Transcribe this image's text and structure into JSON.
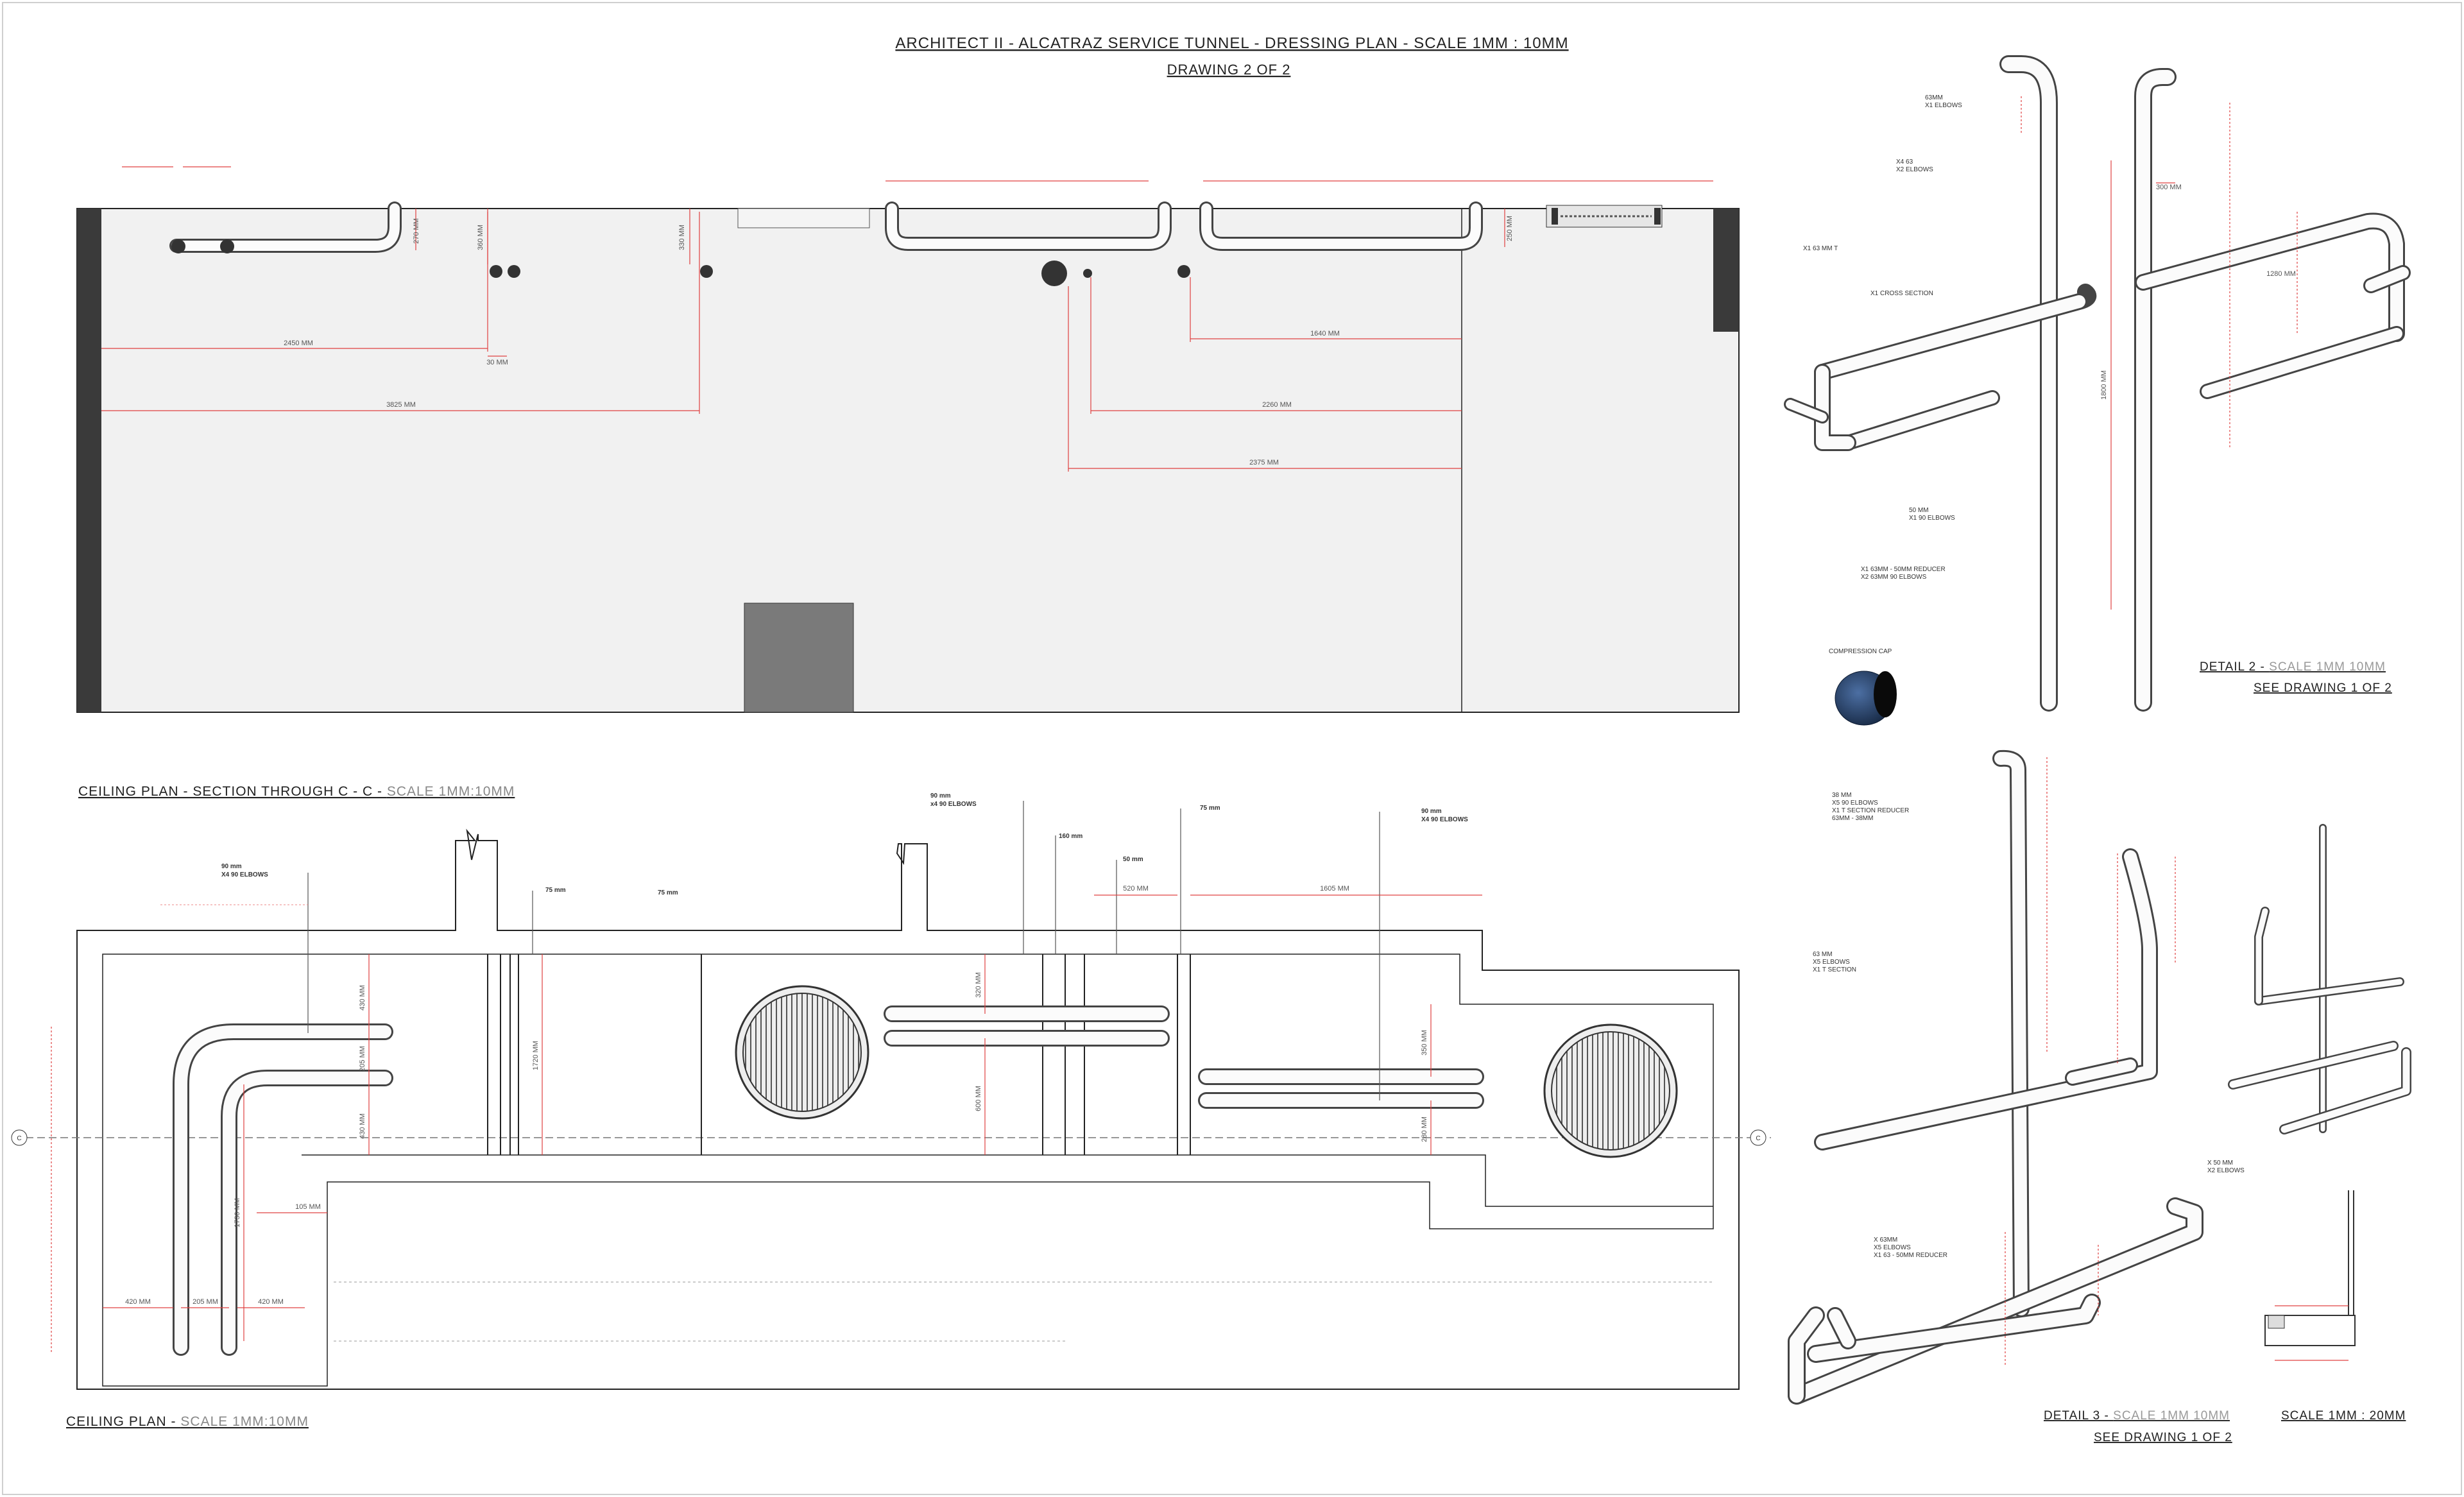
{
  "header": {
    "title": "ARCHITECT II - ALCATRAZ SERVICE TUNNEL - DRESSING PLAN - SCALE 1MM : 10MM",
    "subtitle": "DRAWING 2 OF 2"
  },
  "plan_top": {
    "dims": {
      "d2450": "2450 MM",
      "d30": "30 MM",
      "d3825": "3825 MM",
      "d1640": "1640 MM",
      "d2260": "2260 MM",
      "d2375": "2375 MM",
      "d270": "270 MM",
      "d360": "360 MM",
      "d330": "330 MM",
      "d250": "250 MM"
    }
  },
  "section_cc": {
    "title_main": "CEILING PLAN - SECTION THROUGH C - C - ",
    "title_scale": "SCALE 1MM:10MM",
    "notes": {
      "n90a": "90 mm",
      "n90a_sub": "x4 90 ELBOWS",
      "n160": "160 mm",
      "n75a": "75 mm",
      "n50": "50 mm",
      "n90b": "90 mm",
      "n90b_sub": "X4 90 ELBOWS",
      "n75b": "75 mm",
      "n75c": "75 mm",
      "n90c": "90 mm",
      "n90c_sub": "X4 90 ELBOWS"
    },
    "dims": {
      "d430a": "430 MM",
      "d205": "205 MM",
      "d430b": "430 MM",
      "d1720": "1720 MM",
      "d320": "320 MM",
      "d600": "600 MM",
      "d350": "350 MM",
      "d280": "280 MM",
      "d520": "520 MM",
      "d1605": "1605 MM",
      "d105": "105 MM",
      "d1730": "1730 MM",
      "d420a": "420 MM",
      "d205b": "205 MM",
      "d420b": "420 MM"
    }
  },
  "ceiling_plan": {
    "title_main": "CEILING PLAN - ",
    "title_scale": "SCALE 1MM:10MM"
  },
  "detail2": {
    "notes": {
      "a": "63MM",
      "a_sub": "X1 ELBOWS",
      "b": "X4 63",
      "b_sub": "X2 ELBOWS",
      "c": "X1 63 MM T",
      "d": "X1 CROSS SECTION",
      "e": "50 MM",
      "e_sub": "X1 90 ELBOWS",
      "f": "X1 63MM - 50MM REDUCER",
      "f_sub": "X2 63MM 90 ELBOWS",
      "g": "COMPRESSION CAP"
    },
    "dims": {
      "d1280": "1280 MM",
      "d1800": "1800 MM",
      "d300": "300 MM"
    },
    "title_main": "DETAIL 2 - ",
    "title_scale": "SCALE 1MM 10MM",
    "ref": "SEE DRAWING 1 OF 2"
  },
  "detail3": {
    "notes": {
      "a": "38 MM",
      "a_sub1": "X5 90 ELBOWS",
      "a_sub2": "X1 T SECTION REDUCER",
      "a_sub3": "63MM - 38MM",
      "b": "63 MM",
      "b_sub1": "X5 ELBOWS",
      "b_sub2": "X1 T SECTION",
      "c": "X 63MM",
      "c_sub1": "X5 ELBOWS",
      "c_sub2": "X1 63 - 50MM REDUCER",
      "d": "X 50 MM",
      "d_sub": "X2 ELBOWS"
    },
    "title_main": "DETAIL 3 - ",
    "title_scale": "SCALE 1MM 10MM",
    "ref": "SEE DRAWING 1 OF 2",
    "scale2": "SCALE 1MM : 20MM"
  },
  "colors": {
    "dimension_red": "#e04040",
    "wall_dark": "#3a3a3a",
    "plan_fill": "#f1f1f1",
    "access_panel": "#7a7a7a",
    "cap_blue": "#1d3b66"
  }
}
